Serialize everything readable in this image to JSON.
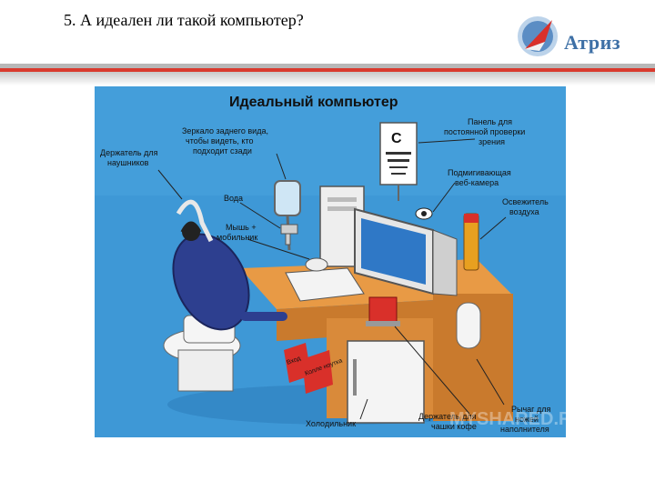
{
  "slide": {
    "title": "5. А идеален ли такой компьютер?"
  },
  "logo": {
    "text": "Атриз"
  },
  "picture": {
    "heading": "Идеальный компьютер",
    "labels": {
      "headphones_holder_1": "Держатель для",
      "headphones_holder_2": "наушников",
      "mirror_1": "Зеркало заднего вида,",
      "mirror_2": "чтобы видеть, кто",
      "mirror_3": "подходит сзади",
      "water": "Вода",
      "mouse_1": "Мышь +",
      "mouse_2": "мобильник",
      "panel_1": "Панель для",
      "panel_2": "постоянной проверки",
      "panel_3": "зрения",
      "webcam_1": "Подмигивающая",
      "webcam_2": "веб-камера",
      "freshener_1": "Освежитель",
      "freshener_2": "воздуха",
      "fridge": "Холодильник",
      "cup_holder_1": "Держатель для",
      "cup_holder_2": "чашки кофе",
      "knife_lever_1": "Рычаг для",
      "knife_lever_2": "ножей",
      "knife_lever_3": "наполнителя"
    },
    "box_labels": {
      "box_1": "Вход",
      "box_2": "Колле ноутка"
    },
    "watermark": "MYSHARED.RU"
  },
  "colors": {
    "picture_bg": "#3e98d6",
    "logo_blue": "#3e70a6",
    "logo_red": "#d9302a",
    "rule_red": "#d93a2e",
    "desk": "#d98a3a"
  }
}
